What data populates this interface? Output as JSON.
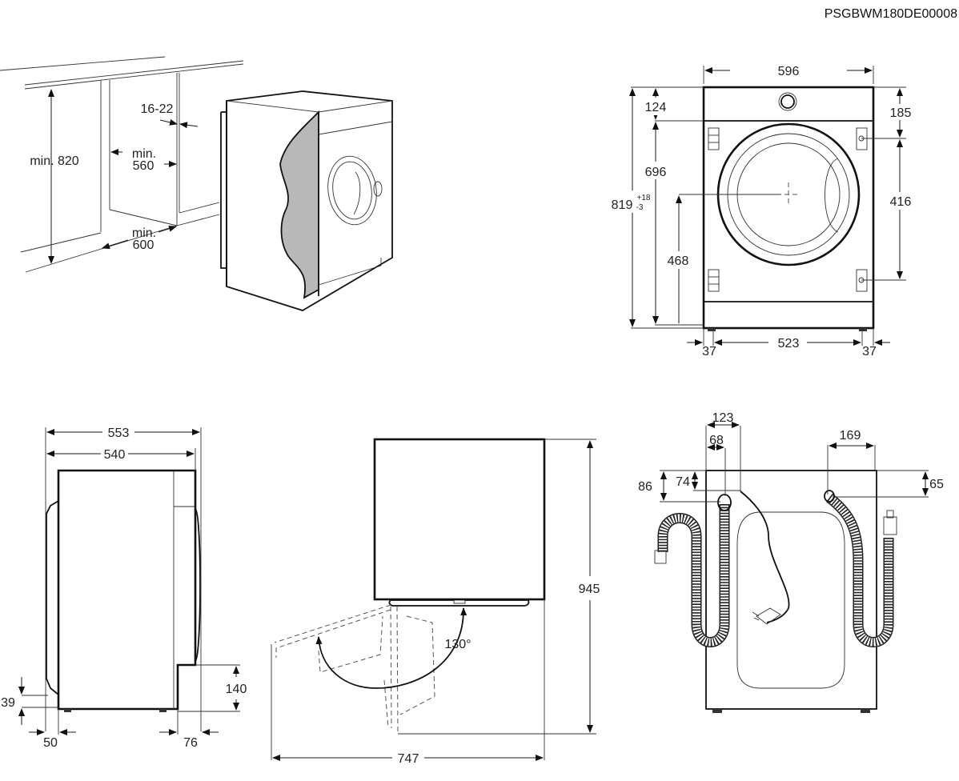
{
  "document_code": "PSGBWM180DE00008",
  "colors": {
    "line": "#111111",
    "panel_grey": "#b8b8b8",
    "background": "#ffffff"
  },
  "views": {
    "installation": {
      "min_height": "min. 820",
      "panel_thickness": "16-22",
      "min_width_label": "min.",
      "min_width_value": "560",
      "min_depth_label": "min.",
      "min_depth_value": "600"
    },
    "front": {
      "width": "596",
      "top_panel": "124",
      "upper_height": "696",
      "total_height": "819",
      "total_height_tol_plus": "+18",
      "total_height_tol_minus": "-3",
      "door_center": "468",
      "hinge_top": "185",
      "hinge_spacing": "416",
      "foot_offset_left": "37",
      "foot_spacing": "523",
      "foot_offset_right": "37"
    },
    "side": {
      "depth_total": "553",
      "depth_body": "540",
      "toe_height": "140",
      "bottom_offset": "39",
      "front_offset": "50",
      "rear_offset": "76"
    },
    "top": {
      "door_angle": "130°",
      "depth_with_door": "945",
      "width_with_door": "747"
    },
    "rear": {
      "inlet_offset": "123",
      "drain_offset": "68",
      "inlet_height": "86",
      "drain_height": "74",
      "right_offset": "169",
      "right_height": "65"
    }
  }
}
